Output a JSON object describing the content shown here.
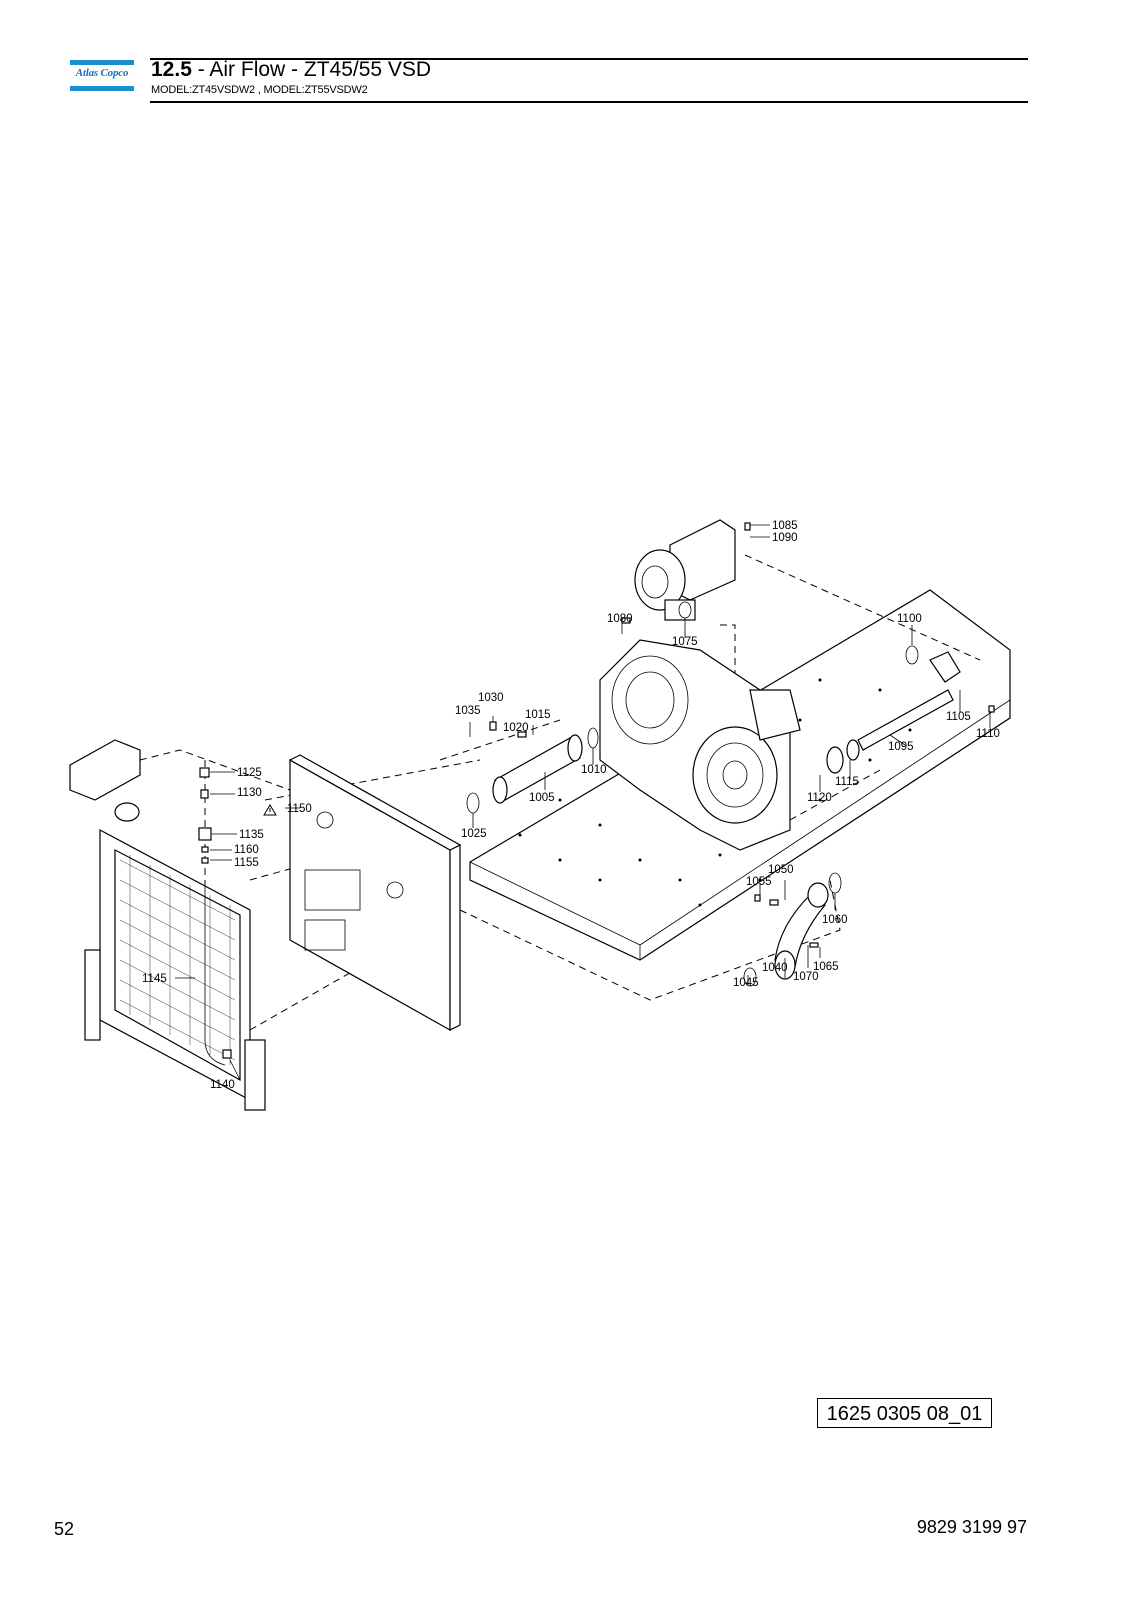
{
  "header": {
    "logo_text": "Atlas Copco",
    "section_number": "12.5",
    "section_title": " - Air Flow - ZT45/55 VSD",
    "models": "MODEL:ZT45VSDW2 , MODEL:ZT55VSDW2"
  },
  "diagram": {
    "callouts": [
      "1085",
      "1090",
      "1080",
      "1075",
      "1100",
      "1105",
      "1110",
      "1095",
      "1030",
      "1035",
      "1015",
      "1020",
      "1010",
      "1005",
      "1025",
      "1115",
      "1120",
      "1125",
      "1130",
      "1150",
      "1135",
      "1160",
      "1155",
      "1050",
      "1055",
      "1060",
      "1040",
      "1065",
      "1070",
      "1045",
      "1145",
      "1140"
    ]
  },
  "footer": {
    "drawing_ref": "1625 0305 08_01",
    "page_number": "52",
    "document_number": "9829 3199 97"
  }
}
